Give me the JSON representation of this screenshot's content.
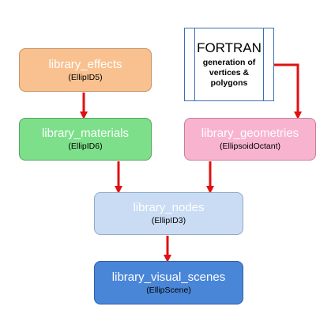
{
  "nodes": {
    "effects": {
      "title": "library_effects",
      "sub": "(EllipID5)"
    },
    "materials": {
      "title": "library_materials",
      "sub": "(EllipID6)"
    },
    "geometries": {
      "title": "library_geometries",
      "sub": "(EllipsoidOctant)"
    },
    "nodes": {
      "title": "library_nodes",
      "sub": "(EllipID3)"
    },
    "scenes": {
      "title": "library_visual_scenes",
      "sub": "(EllipScene)"
    }
  },
  "fortran": {
    "title": "FORTRAN",
    "line1": "generation of",
    "line2": "vertices &",
    "line3": "polygons"
  },
  "colors": {
    "arrow": "#e01010",
    "effects": "#f8c18f",
    "materials": "#7ddf8a",
    "geometries": "#f8b4cf",
    "nodes": "#c9dcf3",
    "scenes": "#4a86d8"
  }
}
